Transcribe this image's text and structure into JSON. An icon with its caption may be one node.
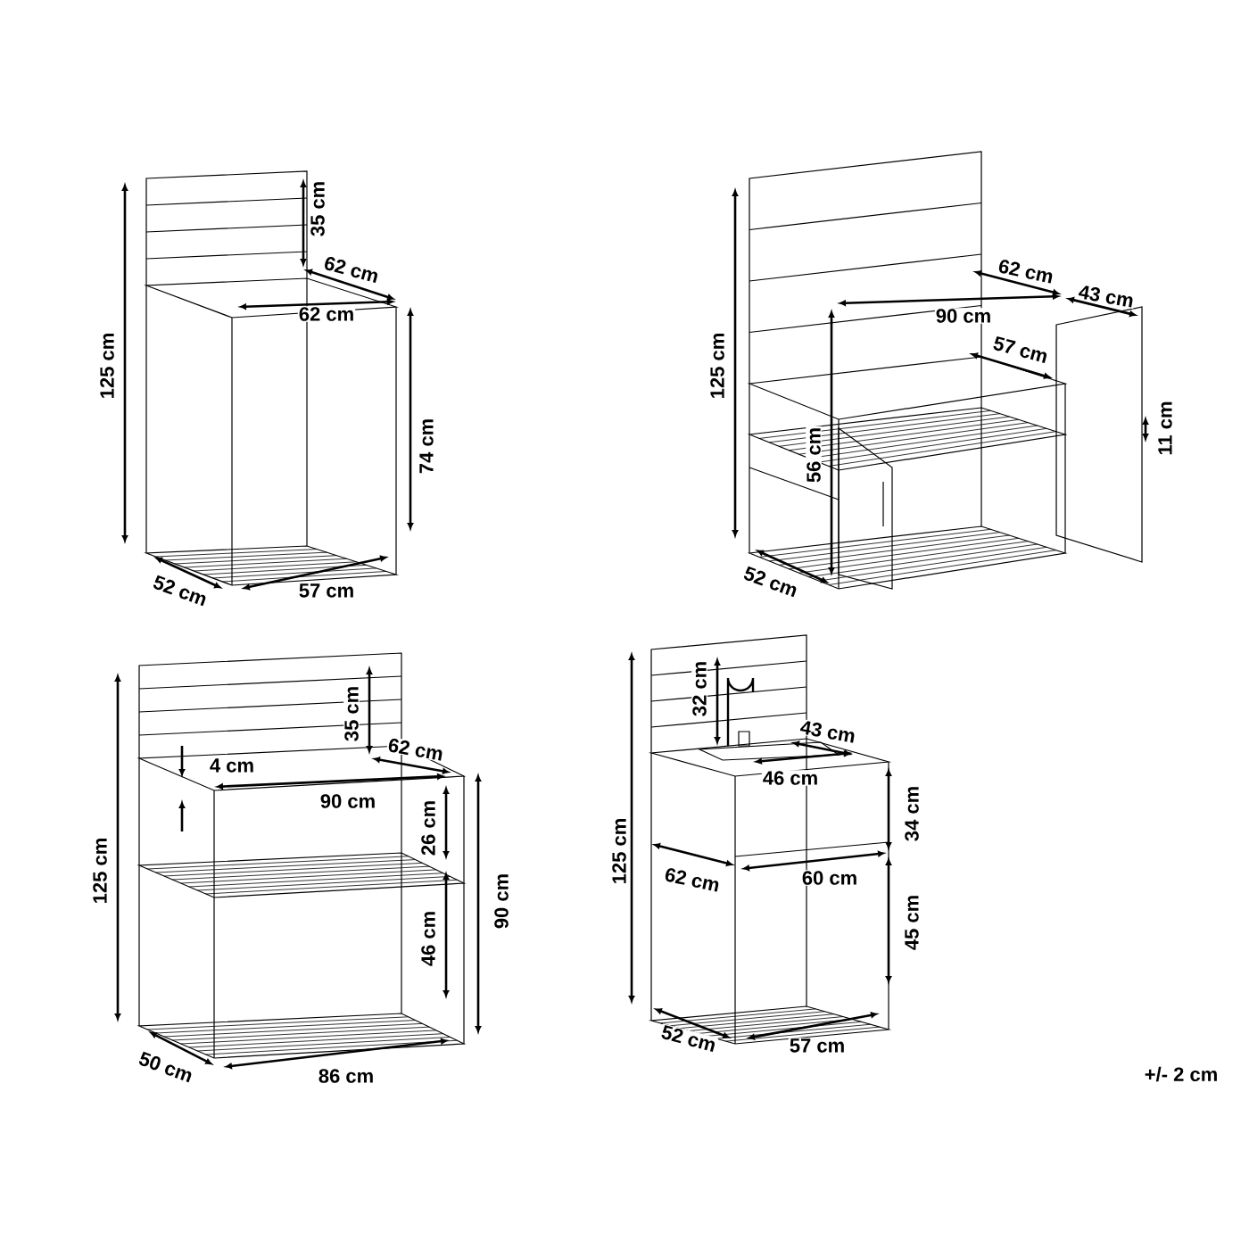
{
  "diagram": {
    "labels": [
      "35 cm",
      "62 cm",
      "62 cm",
      "125 cm",
      "74 cm",
      "52 cm",
      "57 cm",
      "125 cm",
      "62 cm",
      "43 cm",
      "90 cm",
      "57 cm",
      "11 cm",
      "56 cm",
      "52 cm",
      "125 cm",
      "35 cm",
      "62 cm",
      "4 cm",
      "90 cm",
      "26 cm",
      "90 cm",
      "46 cm",
      "50 cm",
      "86 cm",
      "125 cm",
      "32 cm",
      "43 cm",
      "46 cm",
      "34 cm",
      "62 cm",
      "60 cm",
      "45 cm",
      "52 cm",
      "57 cm",
      "+/- 2 cm"
    ]
  }
}
